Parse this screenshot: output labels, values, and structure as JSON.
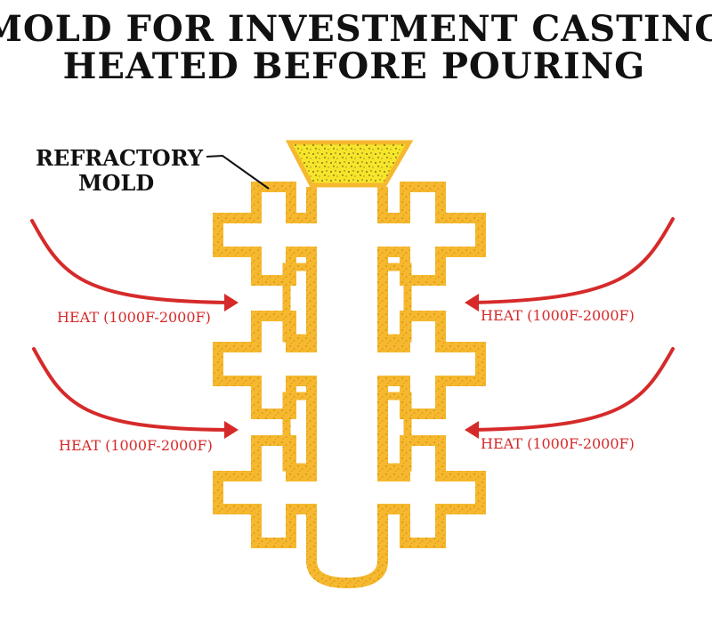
{
  "title": {
    "line1": "MOLD FOR INVESTMENT CASTING",
    "line2": "HEATED BEFORE POURING"
  },
  "callout": {
    "line1": "REFRACTORY",
    "line2": "MOLD"
  },
  "heat_labels": [
    "HEAT (1000F-2000F)",
    "HEAT (1000F-2000F)",
    "HEAT (1000F-2000F)",
    "HEAT (1000F-2000F)"
  ],
  "colors": {
    "mold_shell": "#F5B82E",
    "mold_speckle": "#C98A12",
    "pour_cup": "#F6E52A",
    "pour_cup_speckle": "#2A2A10",
    "heat": "#D62A2A",
    "text": "#111111"
  }
}
